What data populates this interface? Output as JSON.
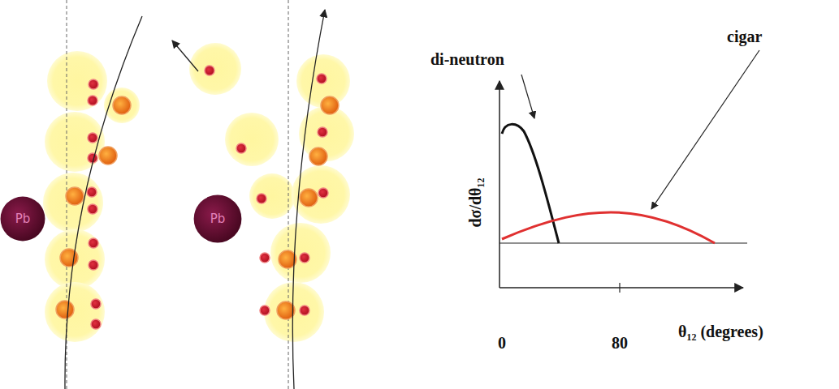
{
  "diagram": {
    "nodes": [
      {
        "text": [
          "Pb"
        ]
      },
      {
        "text": [
          "Pb"
        ]
      }
    ],
    "labels": [
      "di-neutron",
      "cigar",
      "dσ/dθ₁₂",
      "0",
      "80",
      "θ₁₂ (degrees)"
    ]
  }
}
